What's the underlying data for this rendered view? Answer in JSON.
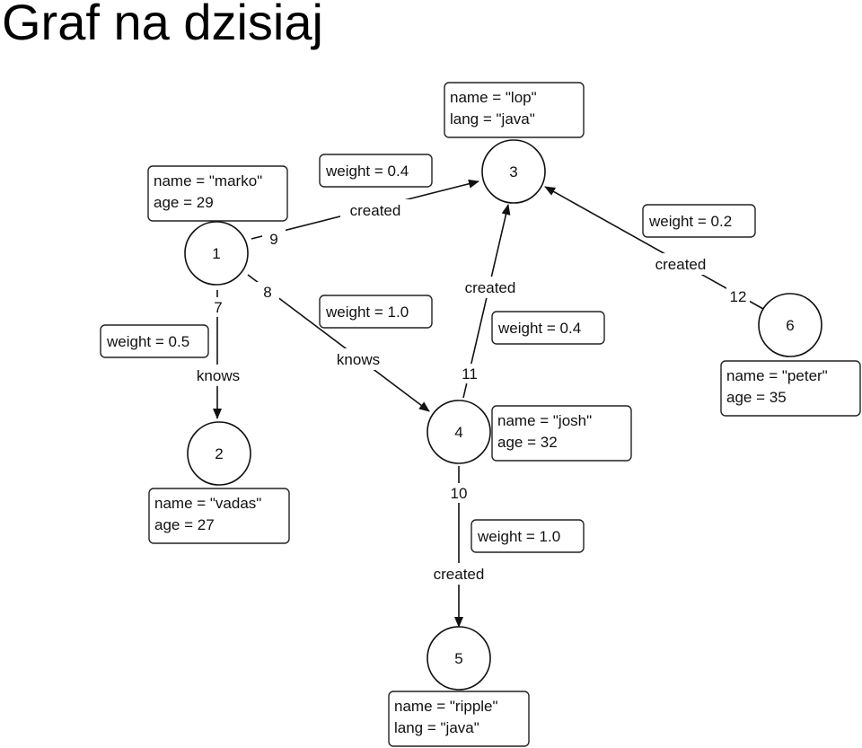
{
  "title": "Graf na dzisiaj",
  "graph": {
    "vertices": [
      {
        "id": "1",
        "properties": [
          "name = \"marko\"",
          "age = 29"
        ]
      },
      {
        "id": "2",
        "properties": [
          "name = \"vadas\"",
          "age = 27"
        ]
      },
      {
        "id": "3",
        "properties": [
          "name = \"lop\"",
          "lang = \"java\""
        ]
      },
      {
        "id": "4",
        "properties": [
          "name = \"josh\"",
          "age = 32"
        ]
      },
      {
        "id": "5",
        "properties": [
          "name = \"ripple\"",
          "lang = \"java\""
        ]
      },
      {
        "id": "6",
        "properties": [
          "name = \"peter\"",
          "age = 35"
        ]
      }
    ],
    "edges": [
      {
        "id": "7",
        "from": "1",
        "to": "2",
        "label": "knows",
        "weight_text": "weight = 0.5"
      },
      {
        "id": "8",
        "from": "1",
        "to": "4",
        "label": "knows",
        "weight_text": "weight = 1.0"
      },
      {
        "id": "9",
        "from": "1",
        "to": "3",
        "label": "created",
        "weight_text": "weight = 0.4"
      },
      {
        "id": "10",
        "from": "4",
        "to": "5",
        "label": "created",
        "weight_text": "weight = 1.0"
      },
      {
        "id": "11",
        "from": "4",
        "to": "3",
        "label": "created",
        "weight_text": "weight = 0.4"
      },
      {
        "id": "12",
        "from": "6",
        "to": "3",
        "label": "created",
        "weight_text": "weight = 0.2"
      }
    ]
  }
}
